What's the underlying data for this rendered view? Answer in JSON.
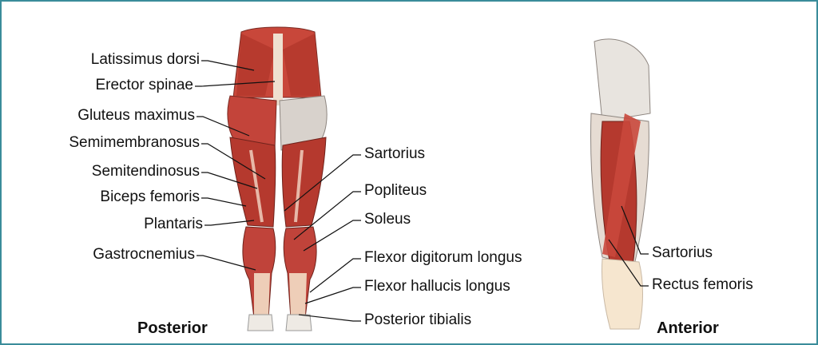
{
  "views": {
    "posterior": {
      "title": "Posterior",
      "left_labels": [
        "Latissimus dorsi",
        "Erector spinae",
        "Gluteus maximus",
        "Semimembranosus",
        "Semitendinosus",
        "Biceps femoris",
        "Plantaris",
        "Gastrocnemius"
      ],
      "right_labels": [
        "Sartorius",
        "Popliteus",
        "Soleus",
        "Flexor digitorum longus",
        "Flexor hallucis longus",
        "Posterior tibialis"
      ]
    },
    "anterior": {
      "title": "Anterior",
      "right_labels": [
        "Sartorius",
        "Rectus femoris"
      ]
    }
  },
  "colors": {
    "border": "#3a8c9a",
    "muscle": "#b5392e",
    "muscle_light": "#d88474",
    "skin": "#f6e6cf",
    "leader_line": "#111111"
  }
}
